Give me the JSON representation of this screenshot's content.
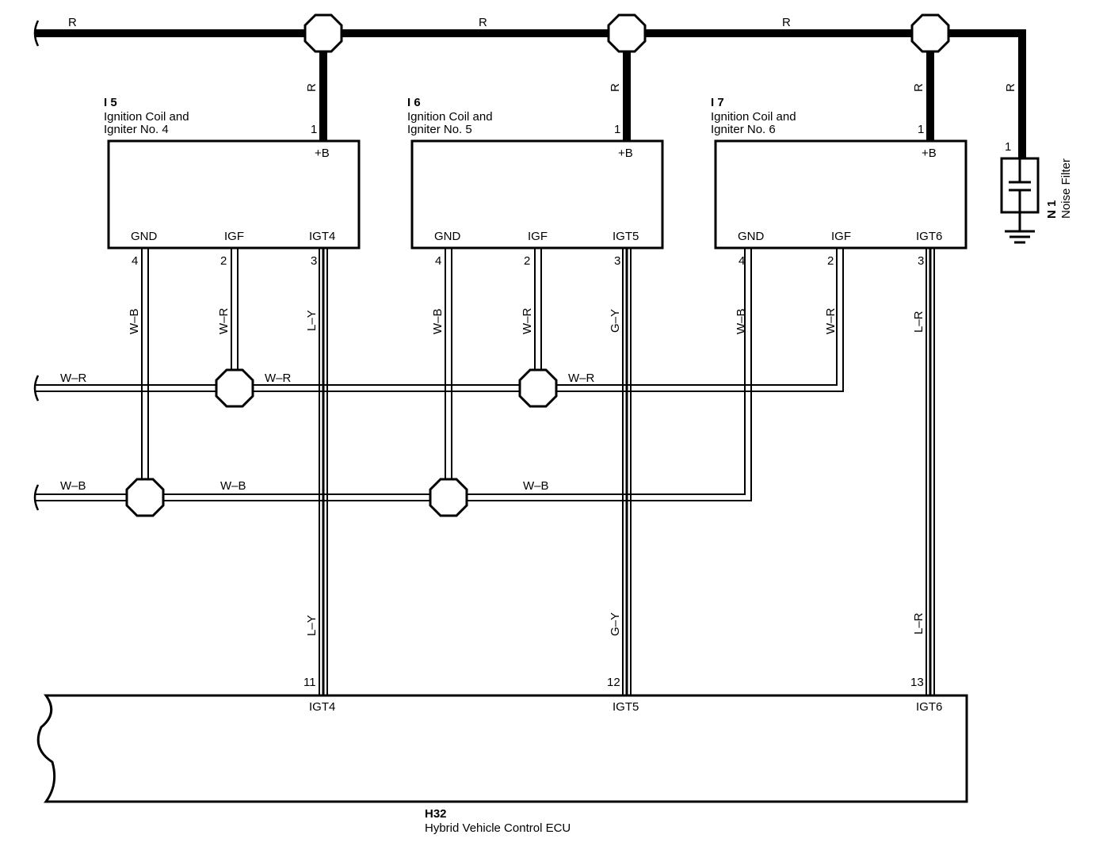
{
  "power_bus": {
    "label": "R",
    "segments": [
      "R",
      "R",
      "R"
    ],
    "drop_label": "R"
  },
  "coils": [
    {
      "code": "I 5",
      "name_line1": "Ignition Coil and",
      "name_line2": "Igniter No. 4",
      "pins": {
        "pB_num": "1",
        "pB": "+B",
        "gnd": "GND",
        "gnd_num": "4",
        "igf": "IGF",
        "igf_num": "2",
        "igt": "IGT4",
        "igt_num": "3"
      },
      "wires": {
        "gnd": "W–B",
        "igf": "W–R",
        "igt": "L–Y"
      }
    },
    {
      "code": "I 6",
      "name_line1": "Ignition Coil and",
      "name_line2": "Igniter No. 5",
      "pins": {
        "pB_num": "1",
        "pB": "+B",
        "gnd": "GND",
        "gnd_num": "4",
        "igf": "IGF",
        "igf_num": "2",
        "igt": "IGT5",
        "igt_num": "3"
      },
      "wires": {
        "gnd": "W–B",
        "igf": "W–R",
        "igt": "G–Y"
      }
    },
    {
      "code": "I 7",
      "name_line1": "Ignition Coil and",
      "name_line2": "Igniter No. 6",
      "pins": {
        "pB_num": "1",
        "pB": "+B",
        "gnd": "GND",
        "gnd_num": "4",
        "igf": "IGF",
        "igf_num": "2",
        "igt": "IGT6",
        "igt_num": "3"
      },
      "wires": {
        "gnd": "W–B",
        "igf": "W–R",
        "igt": "L–R"
      }
    }
  ],
  "noise_filter": {
    "code": "N 1",
    "name": "Noise Filter",
    "pin": "1"
  },
  "igf_bus": {
    "left": "W–R",
    "mid1": "W–R",
    "mid2": "W–R"
  },
  "gnd_bus": {
    "left": "W–B",
    "mid1": "W–B",
    "mid2": "W–B"
  },
  "ecu": {
    "code": "H32",
    "name": "Hybrid Vehicle Control ECU",
    "pins": [
      {
        "num": "11",
        "label": "IGT4",
        "wire": "L–Y"
      },
      {
        "num": "12",
        "label": "IGT5",
        "wire": "G–Y"
      },
      {
        "num": "13",
        "label": "IGT6",
        "wire": "L–R"
      }
    ]
  }
}
